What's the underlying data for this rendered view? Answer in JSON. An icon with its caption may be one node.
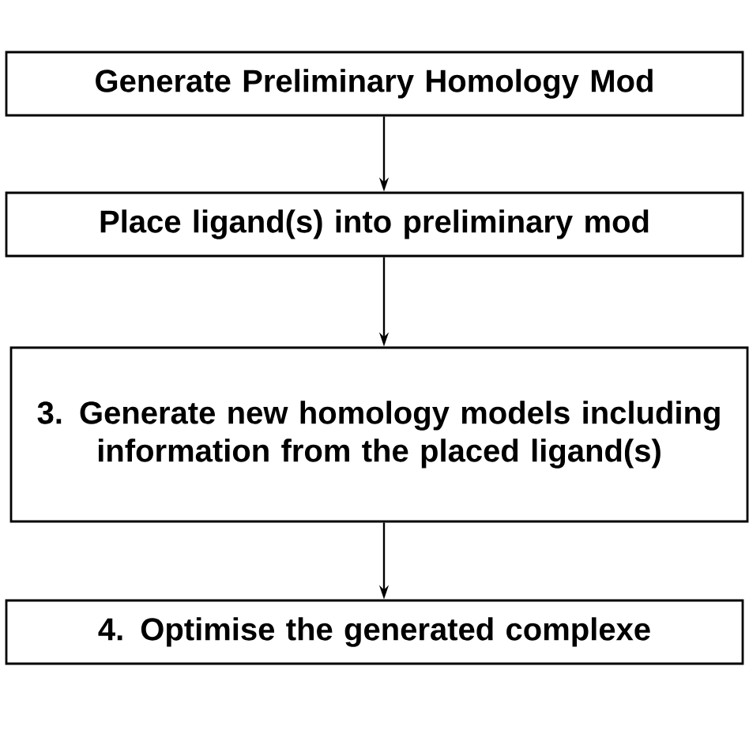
{
  "diagram": {
    "nodes": [
      {
        "text": [
          "Generate Preliminary Homology Mod"
        ]
      },
      {
        "text": [
          "Place ligand(s) into preliminary mod"
        ]
      },
      {
        "text": [
          "3. Generate new homology models including information from the placed ligand(s)"
        ]
      },
      {
        "text": [
          "4. Optimise the generated complexe"
        ]
      }
    ],
    "edges": [
      {
        "from": 0,
        "to": 1,
        "arrow": "to"
      },
      {
        "from": 1,
        "to": 2,
        "arrow": "to"
      },
      {
        "from": 2,
        "to": 3,
        "arrow": "to"
      }
    ]
  }
}
